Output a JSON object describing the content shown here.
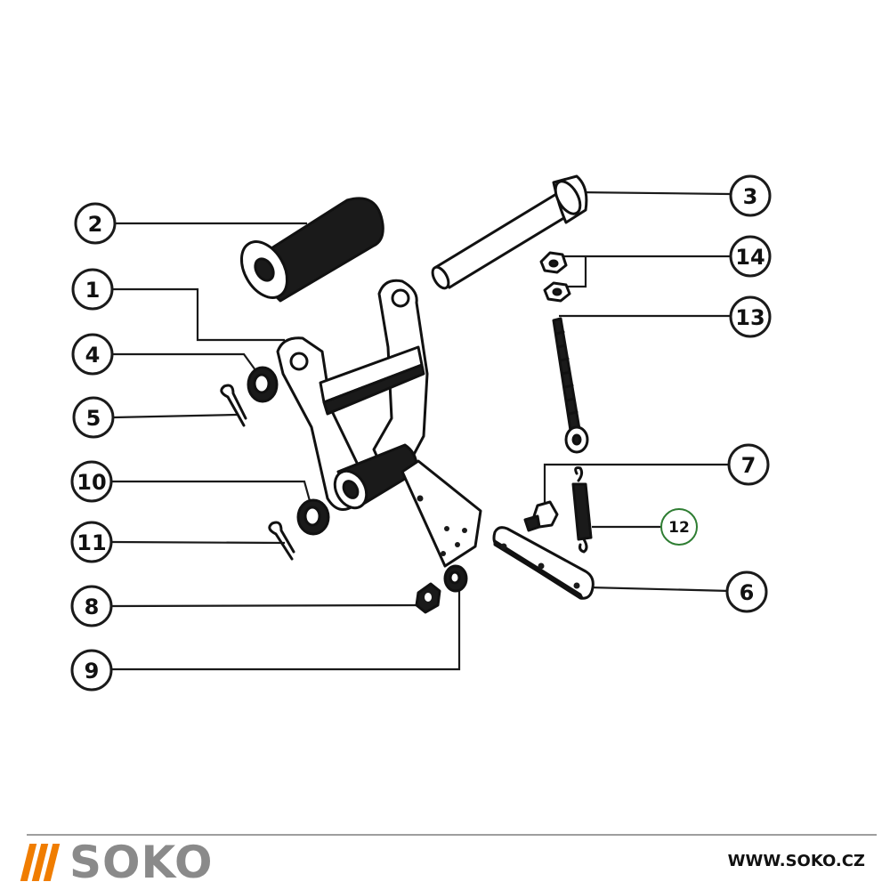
{
  "callouts": [
    {
      "id": "callout-1",
      "label": "1"
    },
    {
      "id": "callout-2",
      "label": "2"
    },
    {
      "id": "callout-3",
      "label": "3"
    },
    {
      "id": "callout-4",
      "label": "4"
    },
    {
      "id": "callout-5",
      "label": "5"
    },
    {
      "id": "callout-6",
      "label": "6"
    },
    {
      "id": "callout-7",
      "label": "7"
    },
    {
      "id": "callout-8",
      "label": "8"
    },
    {
      "id": "callout-9",
      "label": "9"
    },
    {
      "id": "callout-10",
      "label": "10"
    },
    {
      "id": "callout-11",
      "label": "11"
    },
    {
      "id": "callout-12",
      "label": "12"
    },
    {
      "id": "callout-13",
      "label": "13"
    },
    {
      "id": "callout-14",
      "label": "14"
    }
  ],
  "footer": {
    "brand": "SOKO",
    "website": "WWW.SOKO.CZ"
  },
  "colors": {
    "brand_orange": "#f07d00",
    "brand_gray": "#8a8a8a",
    "highlight_green": "#2e7d32"
  }
}
